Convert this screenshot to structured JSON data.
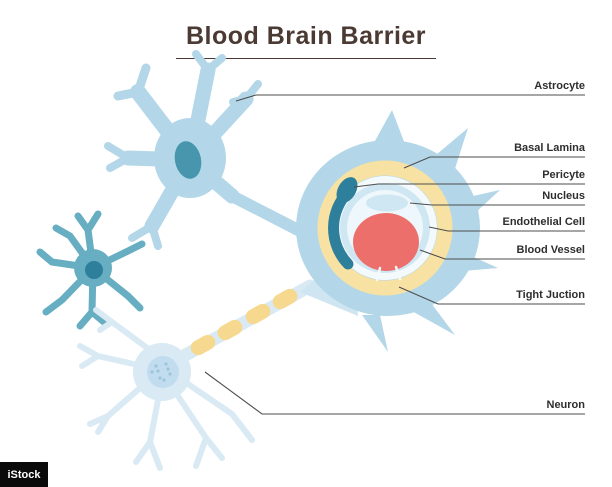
{
  "title": "Blood Brain Barrier",
  "labels": [
    {
      "text": "Astrocyte"
    },
    {
      "text": "Basal Lamina"
    },
    {
      "text": "Pericyte"
    },
    {
      "text": "Nucleus"
    },
    {
      "text": "Endothelial Cell"
    },
    {
      "text": "Blood Vessel"
    },
    {
      "text": "Tight Juction"
    },
    {
      "text": "Neuron"
    }
  ],
  "watermark": {
    "text": "iStock"
  },
  "colors": {
    "title_brown": "#4a3a33",
    "astrocyte_blue": "#b3d7e8",
    "astrocyte_teal": "#67aec2",
    "nucleus_teal": "#4796ad",
    "pericyte_dark_teal": "#2e7f9b",
    "neuron_pale_blue": "#d9eaf4",
    "myelin_yellow": "#f6d98e",
    "basal_lamina_yellow": "#f8e2a3",
    "blood_vessel_red": "#ed6f6c",
    "label_text": "#2e2e2e",
    "leader_line": "#4d4d4d"
  }
}
